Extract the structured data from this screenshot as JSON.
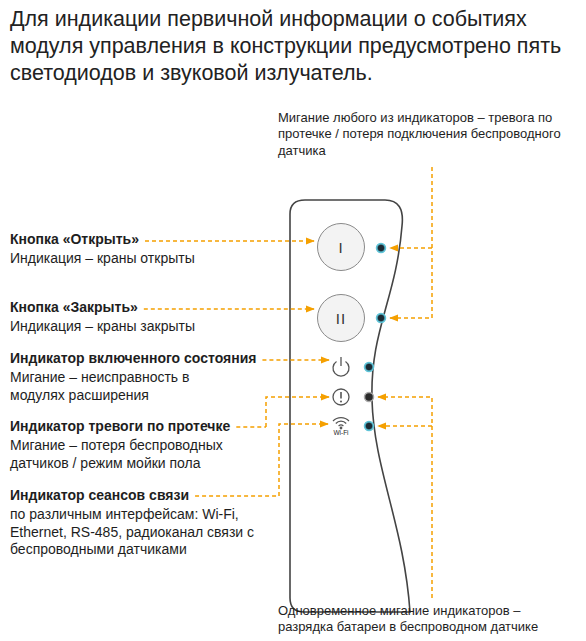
{
  "diagram": {
    "title": "Для индикации первичной информации о событиях модуля управления в конструкции предусмотрено пять светодиодов и звуковой излучатель.",
    "nodes": [
      {
        "text": [
          "I"
        ]
      },
      {
        "text": [
          "II"
        ]
      }
    ],
    "labels": [
      "Мигание любого из индикаторов – тревога по протечке / потеря подключения беспроводного датчика",
      "Кнопка «Открыть»",
      "Индикация – краны открыты",
      "Кнопка «Закрыть»",
      "Индикация – краны закрыты",
      "Индикатор включенного состояния",
      "Мигание – неисправность в модулях расширения",
      "Индикатор тревоги по протечке",
      "Мигание – потеря беспроводных датчиков / режим мойки пола",
      "Индикатор сеансов связи",
      "по различным интерфейсам: Wi-Fi, Ethernet, RS-485, радиоканал связи с беспроводными датчиками",
      "Wi-Fi",
      "Одновременное мигание индикаторов – разрядка батареи в беспроводном датчике"
    ]
  }
}
